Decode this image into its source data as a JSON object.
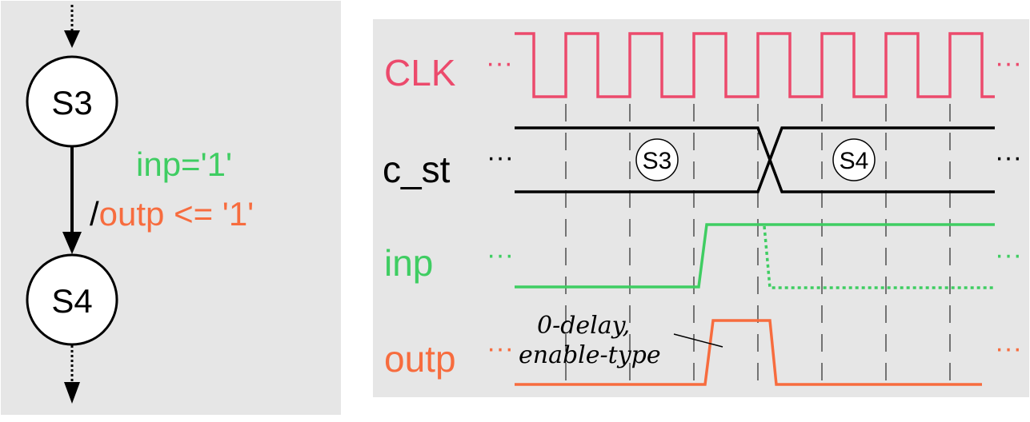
{
  "fsm": {
    "state_top": "S3",
    "state_bottom": "S4",
    "condition": "inp='1'",
    "action_slash": "/",
    "action": "outp <= '1'"
  },
  "timing": {
    "signals": {
      "clk": "CLK",
      "c_st": "c_st",
      "inp": "inp",
      "outp": "outp"
    },
    "ellipsis": "···",
    "state_a": "S3",
    "state_b": "S4",
    "annotation_line1": "0-delay,",
    "annotation_line2": "enable-type"
  },
  "colors": {
    "clk": "#ec4a6c",
    "inp": "#3fcd62",
    "outp": "#f76c3e",
    "panel": "#e6e6e6",
    "line": "#000000"
  }
}
